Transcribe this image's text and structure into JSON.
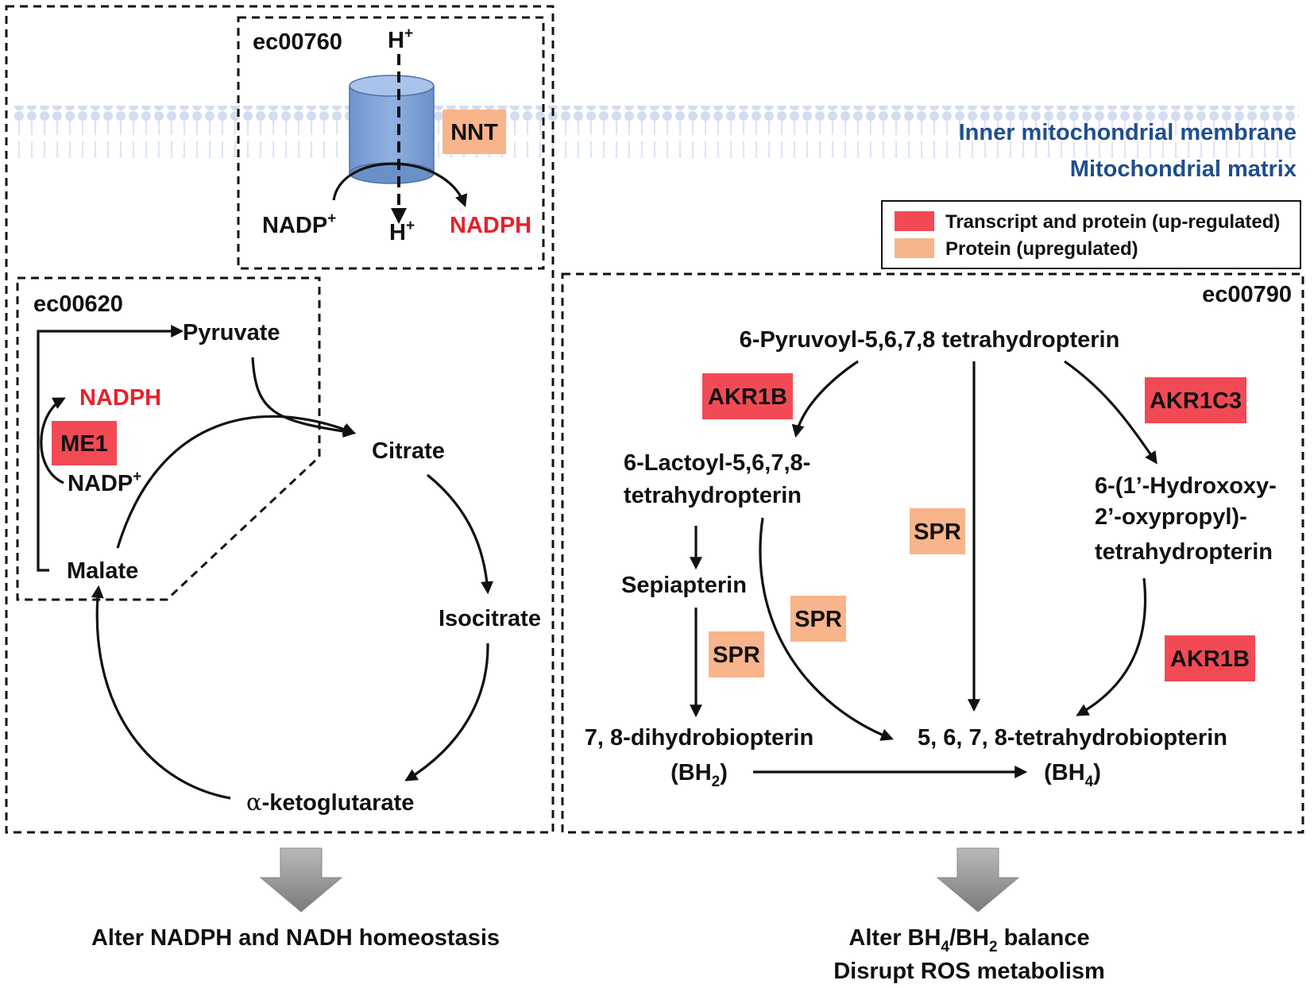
{
  "membrane": {
    "inner_label": "Inner mitochondrial membrane",
    "matrix_label": "Mitochondrial matrix"
  },
  "legend": {
    "items": [
      {
        "label": "Transcript and protein (up-regulated)",
        "color": "#f24a55"
      },
      {
        "label": "Protein (upregulated)",
        "color": "#f8b48a"
      }
    ]
  },
  "colors": {
    "red_box": "#f24a55",
    "orange_box": "#f8b48a",
    "channel": "#7ba1d6",
    "red_text": "#e8212b",
    "blue_text": "#1f4e8c",
    "outcome_arrow": "#8a8a8a"
  },
  "ec00760": {
    "id": "ec00760",
    "h_top": "H",
    "h_bottom": "H",
    "plus": "+",
    "enzyme": "NNT",
    "substrate": "NADP",
    "product": "NADPH"
  },
  "ec00620": {
    "id": "ec00620",
    "pyruvate": "Pyruvate",
    "nadph": "NADPH",
    "enzyme": "ME1",
    "nadp": "NADP",
    "malate": "Malate"
  },
  "tca": {
    "citrate": "Citrate",
    "isocitrate": "Isocitrate",
    "alpha": "α",
    "akg": "-ketoglutarate"
  },
  "ec00790": {
    "id": "ec00790",
    "top": "6-Pyruvoyl-5,6,7,8 tetrahydropterin",
    "lactoyl_1": "6-Lactoyl-5,6,7,8-",
    "lactoyl_2": "tetrahydropterin",
    "hydroxy_1": "6-(1’-Hydroxoxy-",
    "hydroxy_2": "2’-oxypropyl)-",
    "hydroxy_3": "tetrahydropterin",
    "sepiapterin": "Sepiapterin",
    "dihydro": "7, 8-dihydrobiopterin",
    "bh2_pre": "(BH",
    "bh2_sub": "2",
    "bh2_post": ")",
    "tetrahydro": "5, 6, 7, 8-tetrahydrobiopterin",
    "bh4_pre": "(BH",
    "bh4_sub": "4",
    "bh4_post": ")",
    "enz_akr1b_left": "AKR1B",
    "enz_akr1c3": "AKR1C3",
    "enz_spr_mid": "SPR",
    "enz_spr_center": "SPR",
    "enz_spr_left": "SPR",
    "enz_akr1b_right": "AKR1B"
  },
  "outcomes": {
    "left": "Alter NADPH and NADH homeostasis",
    "right_1_pre": "Alter BH",
    "right_1_sub1": "4",
    "right_1_mid": "/BH",
    "right_1_sub2": "2",
    "right_1_post": " balance",
    "right_2": "Disrupt ROS metabolism"
  }
}
